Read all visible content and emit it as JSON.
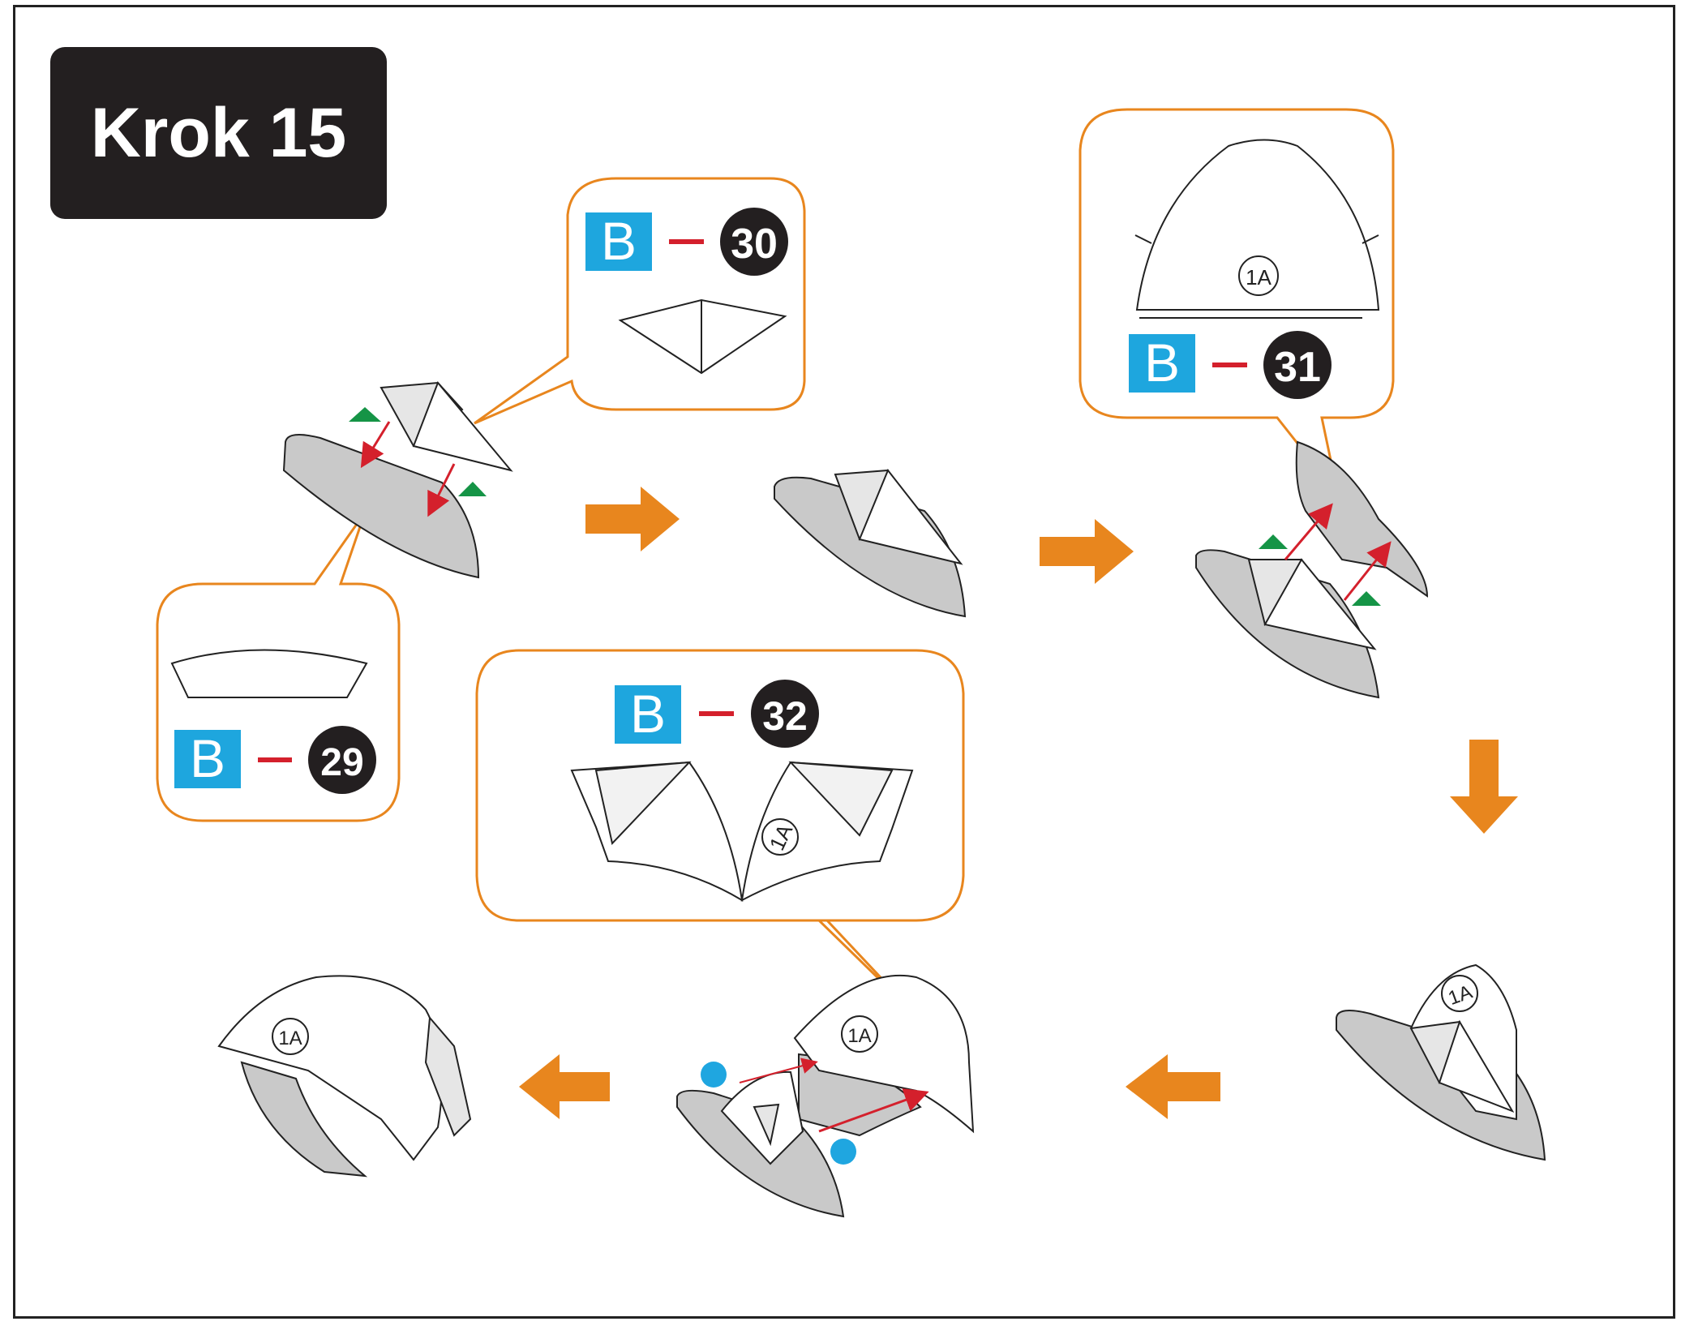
{
  "step": {
    "title": "Krok 15"
  },
  "colors": {
    "orange": "#e8861e",
    "part_gray": "#c9c9c9",
    "light_gray": "#e6e6e6",
    "arrow_red": "#d4202c",
    "marker_green": "#159446",
    "marker_blue": "#1fa6e0",
    "sheet_blue": "#1ea6de",
    "badge_black": "#231f20"
  },
  "callouts": [
    {
      "sheet": "B",
      "part": "30"
    },
    {
      "sheet": "B",
      "part": "31",
      "part_label": "1A"
    },
    {
      "sheet": "B",
      "part": "29"
    },
    {
      "sheet": "B",
      "part": "32",
      "part_label": "1A"
    }
  ],
  "model_labels": {
    "step4": "1A",
    "step5": "1A",
    "step6": "1A"
  },
  "flow_arrows": [
    "right",
    "right",
    "down",
    "left",
    "left"
  ]
}
